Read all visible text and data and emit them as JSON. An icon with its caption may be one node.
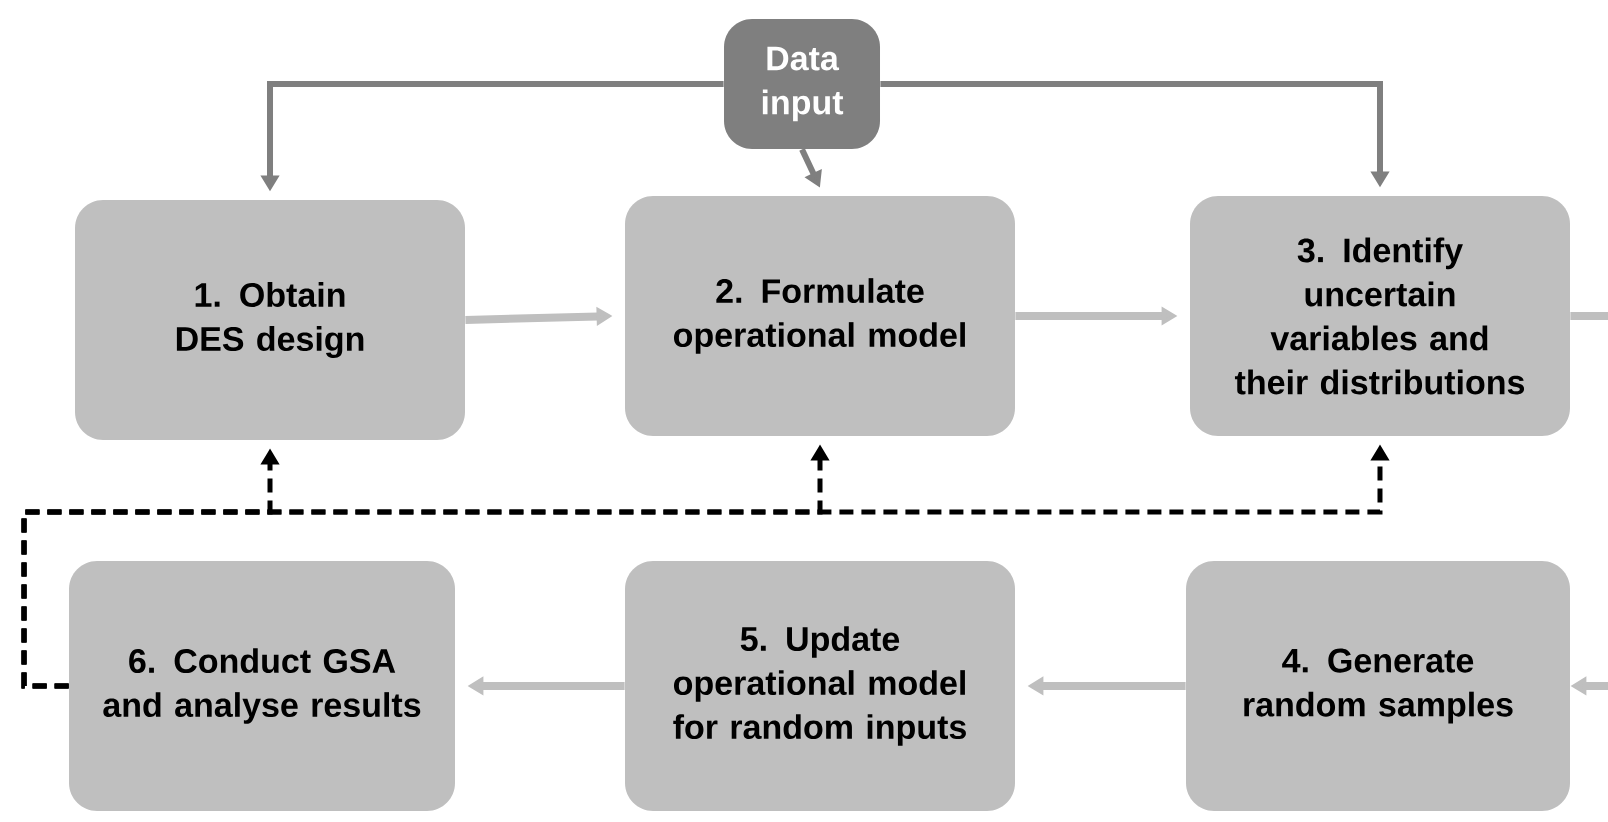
{
  "diagram": {
    "nodes": [
      {
        "text": [
          "Data input"
        ]
      },
      {
        "text": [
          "1. Obtain DES design"
        ]
      },
      {
        "text": [
          "2. Formulate operational model"
        ]
      },
      {
        "text": [
          "3. Identify uncertain variables and their distributions"
        ]
      },
      {
        "text": [
          "4. Generate random samples"
        ]
      },
      {
        "text": [
          "5. Update operational model for random inputs"
        ]
      },
      {
        "text": [
          "6. Conduct GSA and analyse results"
        ]
      }
    ],
    "edges": [
      {
        "from": 0,
        "to": 1,
        "arrow": "to",
        "color": "#7f7f7f"
      },
      {
        "from": 0,
        "to": 2,
        "arrow": "to",
        "color": "#7f7f7f"
      },
      {
        "from": 0,
        "to": 3,
        "arrow": "to",
        "color": "#7f7f7f"
      },
      {
        "from": 1,
        "to": 2,
        "arrow": "to"
      },
      {
        "from": 2,
        "to": 3,
        "arrow": "to"
      },
      {
        "from": 3,
        "to": null,
        "arrow": "none"
      },
      {
        "from": null,
        "to": 4,
        "arrow": "to"
      },
      {
        "from": 4,
        "to": 5,
        "arrow": "to"
      },
      {
        "from": 5,
        "to": 6,
        "arrow": "to"
      },
      {
        "from": 6,
        "to": 1,
        "arrow": "to",
        "style": "dashed",
        "color": "#000000"
      },
      {
        "from": 6,
        "to": 2,
        "arrow": "to",
        "style": "dashed",
        "color": "#000000"
      },
      {
        "from": 6,
        "to": 3,
        "arrow": "to",
        "style": "dashed",
        "color": "#000000"
      }
    ]
  }
}
